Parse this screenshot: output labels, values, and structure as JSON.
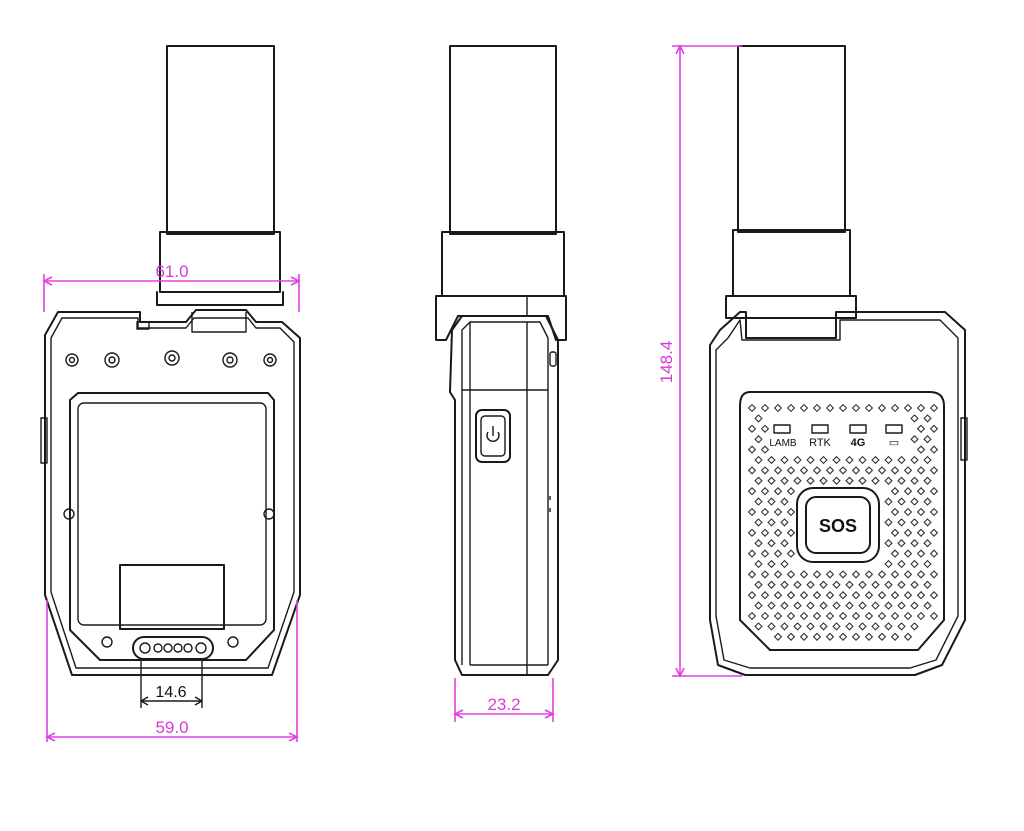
{
  "colors": {
    "line": "#1a1a1a",
    "dimension": "#e040e0",
    "background": "#ffffff"
  },
  "dimensions": {
    "front_top_width": "61.0",
    "front_bottom_width": "59.0",
    "connector_width": "14.6",
    "side_thickness": "23.2",
    "overall_height": "148.4"
  },
  "labels": {
    "sos": "SOS",
    "led_1": "LAMB",
    "led_2": "RTK",
    "led_3": "4G",
    "led_4": "▭"
  },
  "icons": {
    "power_button": "power-icon"
  }
}
